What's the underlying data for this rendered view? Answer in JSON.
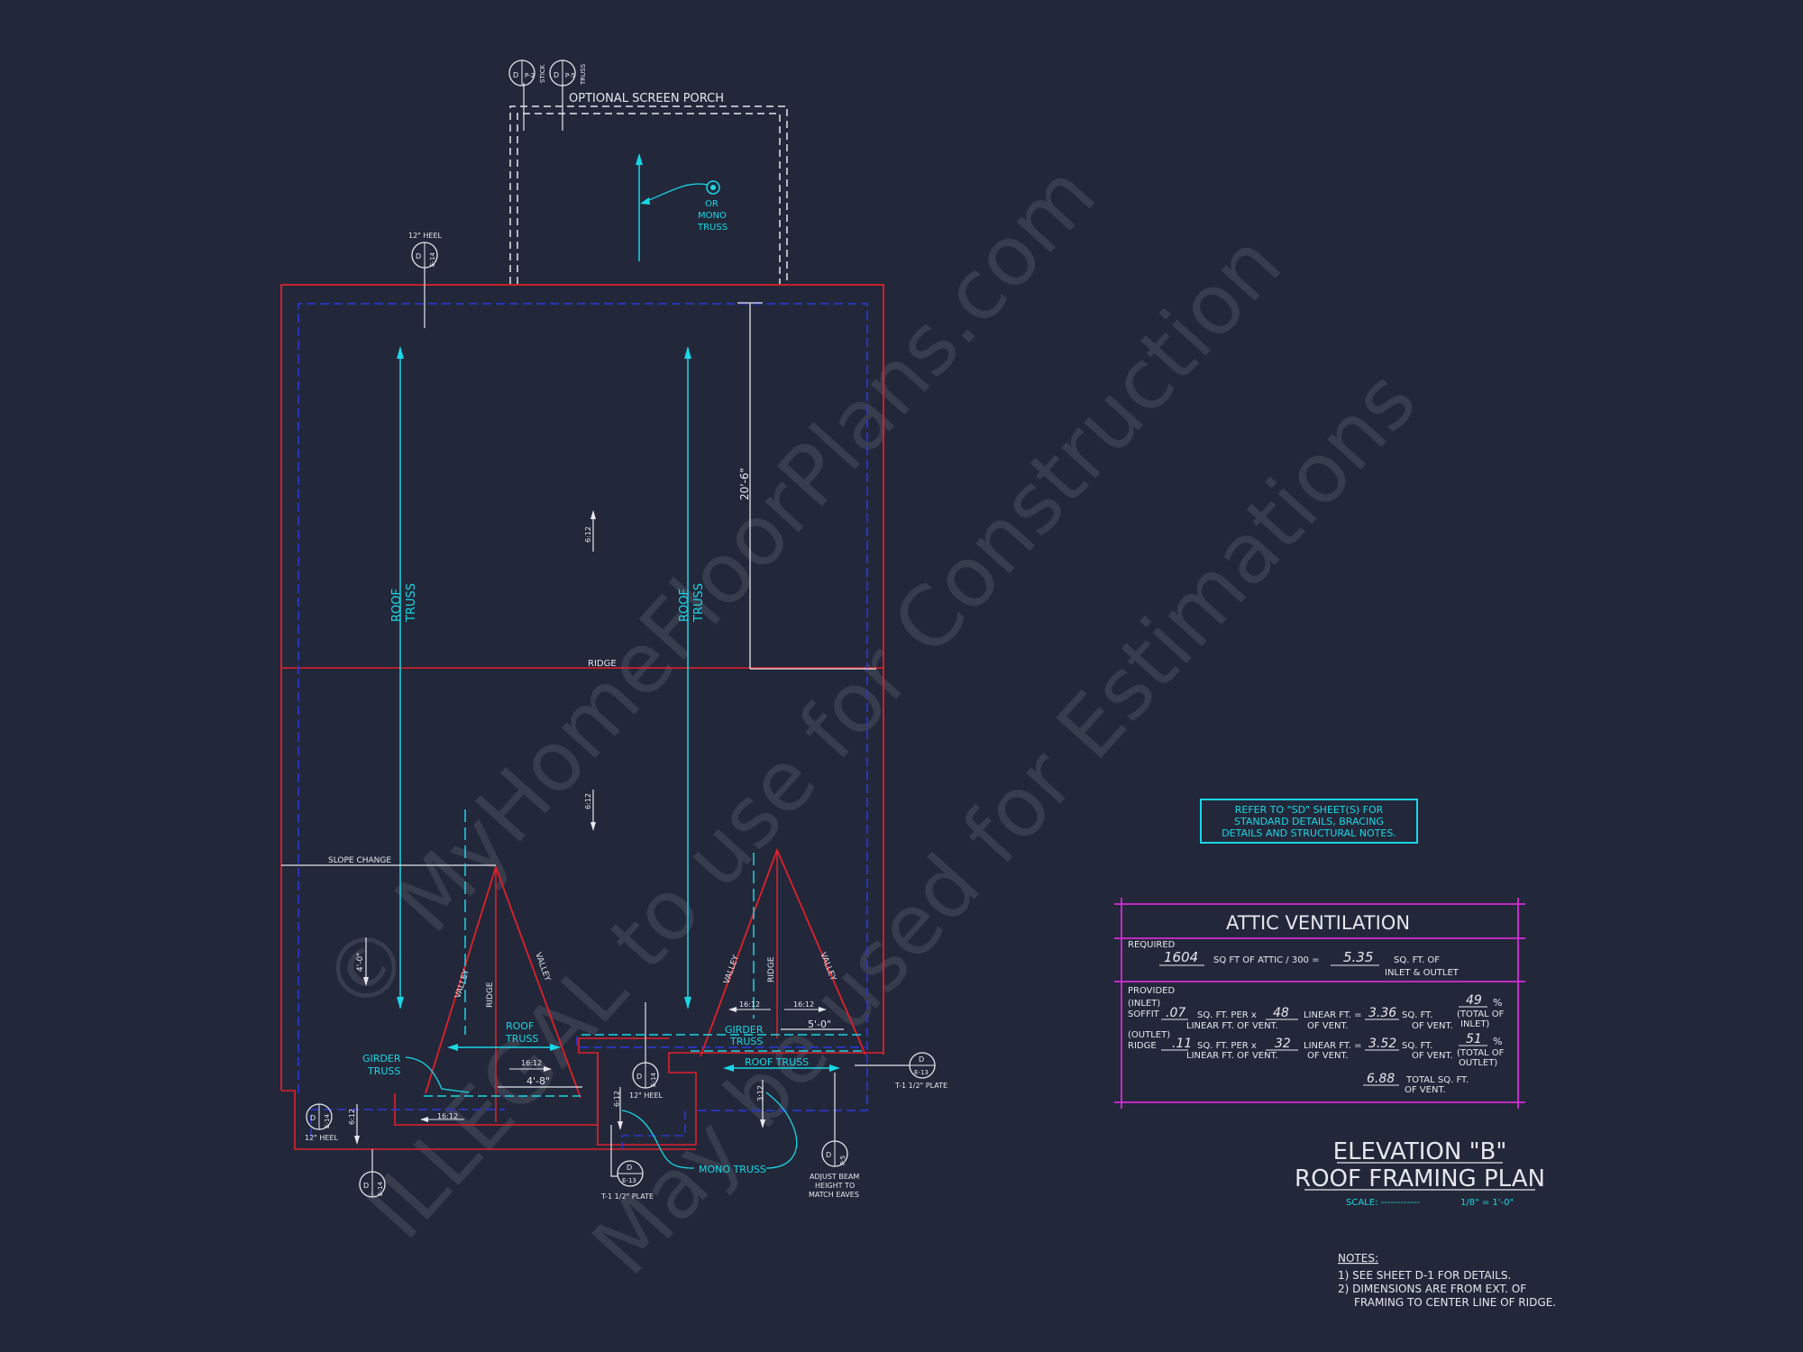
{
  "labels": {
    "optional_screen_porch": "OPTIONAL SCREEN PORCH",
    "stick": "STICK",
    "truss": "TRUSS",
    "detail_d": "D",
    "detail_p2": "P-2",
    "detail_p5": "P-5",
    "detail_e14": "E-14",
    "detail_e13": "E-13",
    "or": "OR",
    "mono": "MONO",
    "truss_word": "TRUSS",
    "heel_12": "12\" HEEL",
    "roof_truss_left": [
      "ROOF",
      "TRUSS"
    ],
    "roof_truss_right": [
      "ROOF",
      "TRUSS"
    ],
    "ridge": "RIDGE",
    "dim_20_6": "20'-6\"",
    "slope_6_12": "6:12",
    "slope_change": "SLOPE CHANGE",
    "dim_4_0": "4'-0\"",
    "valley": "VALLEY",
    "roof_truss_center": [
      "ROOF",
      "TRUSS"
    ],
    "girder_truss_left": [
      "GIRDER",
      "TRUSS"
    ],
    "girder_truss_right": [
      "GIRDER",
      "TRUSS"
    ],
    "slope_16_12": "16:12",
    "dim_4_8": "4'-8\"",
    "dim_5_0": "5'-0\"",
    "roof_truss_bottom": "ROOF TRUSS",
    "mono_truss": "MONO TRUSS",
    "slope_3_12": "3:12",
    "t1_plate": "T-1 1/2\" PLATE",
    "adjust_beam": [
      "ADJUST BEAM",
      "HEIGHT TO",
      "MATCH EAVES"
    ]
  },
  "note_box": {
    "lines": [
      "REFER TO \"SD\" SHEET(S) FOR",
      "STANDARD DETAILS, BRACING",
      "DETAILS AND STRUCTURAL NOTES."
    ]
  },
  "attic": {
    "title": "ATTIC VENTILATION",
    "required_label": "REQUIRED",
    "sqft_attic": "1604",
    "sqft_text": "SQ FT OF ATTIC / 300 =",
    "required_value": "5.35",
    "sqft_of": "SQ. FT. OF",
    "inlet_outlet": "INLET & OUTLET",
    "provided_label": "PROVIDED",
    "inlet_label": "(INLET)",
    "soffit_label": "SOFFIT",
    "soffit_sqft": ".07",
    "per_text": "SQ. FT. PER x",
    "soffit_lf": "48",
    "lf_eq": "LINEAR FT. =",
    "soffit_total": "3.36",
    "sqft_short": "SQ. FT.",
    "linear_ft_vent": "LINEAR FT. OF VENT.",
    "of_vent": "OF VENT.",
    "inlet_pct": "49",
    "pct": "%",
    "total_of": "(TOTAL OF",
    "inlet_close": "INLET)",
    "outlet_label": "(OUTLET)",
    "ridge_label": "RIDGE",
    "ridge_sqft": ".11",
    "ridge_lf": "32",
    "ridge_total": "3.52",
    "outlet_pct": "51",
    "outlet_close": "OUTLET)",
    "total_value": "6.88",
    "total_sqft": "TOTAL SQ. FT.",
    "total_vent": "OF VENT."
  },
  "title_block": {
    "line1": "ELEVATION \"B\"",
    "line2": "ROOF FRAMING PLAN",
    "scale_label": "SCALE: ------------",
    "scale_value": "1/8\" = 1'-0\""
  },
  "notes": {
    "heading": "NOTES:",
    "lines": [
      "1)  SEE SHEET D-1 FOR DETAILS.",
      "2)  DIMENSIONS ARE FROM EXT. OF",
      "FRAMING TO CENTER LINE OF RIDGE."
    ]
  },
  "watermark": {
    "line1": "© MyHomeFloorPlans.com",
    "line2": "ILLEGAL to use for Construction",
    "line3": "May be used for Estimations"
  },
  "colors": {
    "background": "#222839",
    "red": "#e0202a",
    "cyan": "#19d6e6",
    "blue": "#2a36c8",
    "white": "#e6e6ee",
    "magenta": "#d62ad8"
  }
}
